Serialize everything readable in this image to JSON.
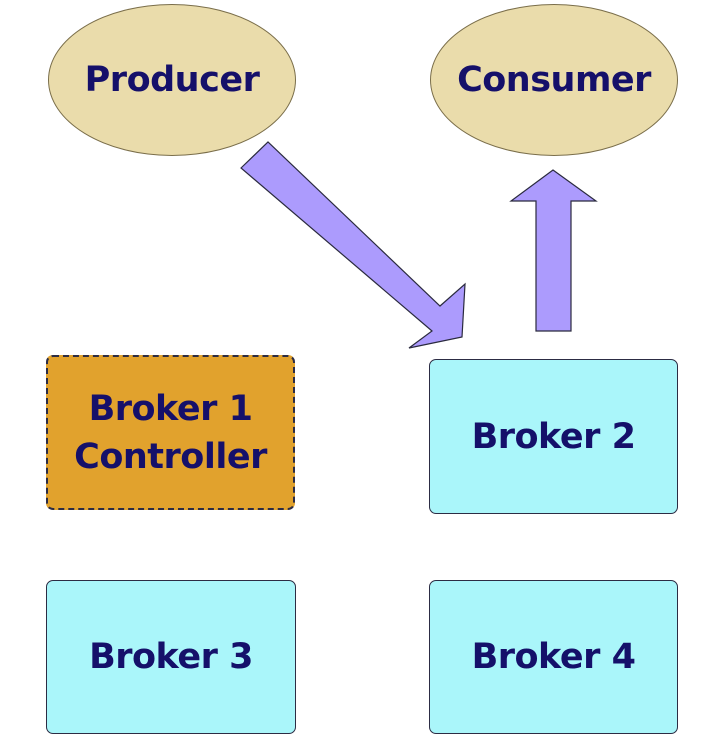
{
  "nodes": {
    "producer": "Producer",
    "consumer": "Consumer",
    "broker1": {
      "line1": "Broker 1",
      "line2": "Controller"
    },
    "broker2": "Broker 2",
    "broker3": "Broker 3",
    "broker4": "Broker 4"
  },
  "colors": {
    "client_fill": "#eadcab",
    "broker_fill": "#aaf6fa",
    "controller_fill": "#e1a22d",
    "arrow_fill": "#ac9bfd",
    "text": "#15106a"
  }
}
